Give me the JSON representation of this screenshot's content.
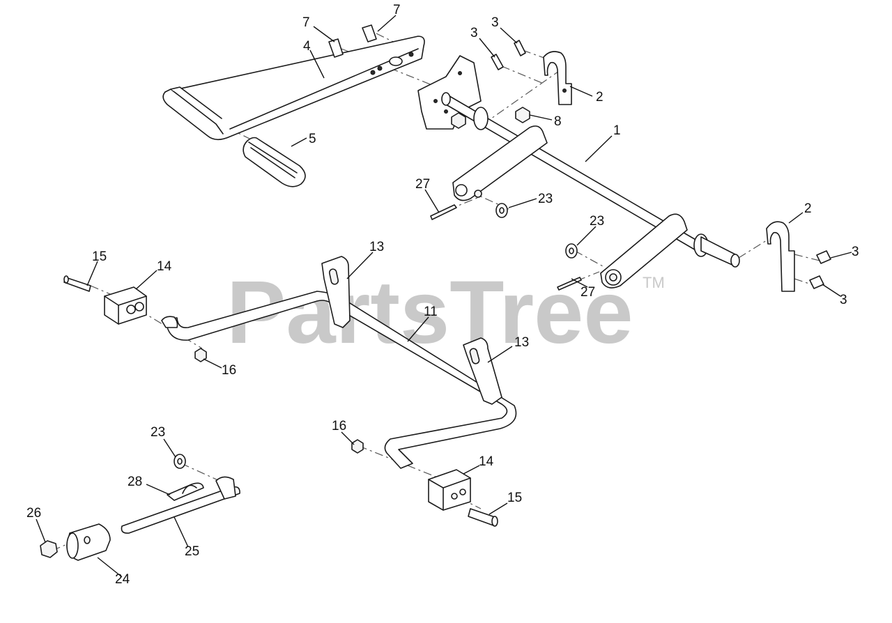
{
  "watermark": {
    "brand": "PartsTree",
    "trademark": "TM"
  },
  "callouts": [
    {
      "id": "c7a",
      "label": "7"
    },
    {
      "id": "c7b",
      "label": "7"
    },
    {
      "id": "c3a",
      "label": "3"
    },
    {
      "id": "c3b",
      "label": "3"
    },
    {
      "id": "c4",
      "label": "4"
    },
    {
      "id": "c2a",
      "label": "2"
    },
    {
      "id": "c8",
      "label": "8"
    },
    {
      "id": "c5",
      "label": "5"
    },
    {
      "id": "c1",
      "label": "1"
    },
    {
      "id": "c27a",
      "label": "27"
    },
    {
      "id": "c23a",
      "label": "23"
    },
    {
      "id": "c2b",
      "label": "2"
    },
    {
      "id": "c23b",
      "label": "23"
    },
    {
      "id": "c3c",
      "label": "3"
    },
    {
      "id": "c3d",
      "label": "3"
    },
    {
      "id": "c27b",
      "label": "27"
    },
    {
      "id": "c15a",
      "label": "15"
    },
    {
      "id": "c14a",
      "label": "14"
    },
    {
      "id": "c13a",
      "label": "13"
    },
    {
      "id": "c11",
      "label": "11"
    },
    {
      "id": "c13b",
      "label": "13"
    },
    {
      "id": "c16a",
      "label": "16"
    },
    {
      "id": "c16b",
      "label": "16"
    },
    {
      "id": "c14b",
      "label": "14"
    },
    {
      "id": "c15b",
      "label": "15"
    },
    {
      "id": "c23c",
      "label": "23"
    },
    {
      "id": "c28",
      "label": "28"
    },
    {
      "id": "c26",
      "label": "26"
    },
    {
      "id": "c25",
      "label": "25"
    },
    {
      "id": "c24",
      "label": "24"
    }
  ]
}
